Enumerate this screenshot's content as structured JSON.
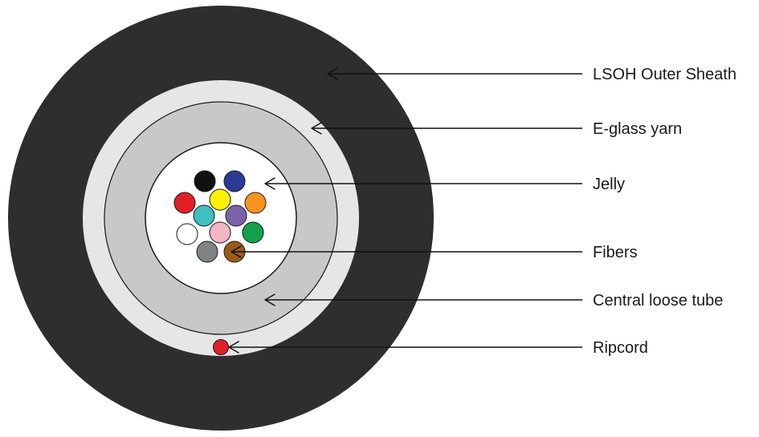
{
  "labels": {
    "outer_sheath": "LSOH Outer Sheath",
    "eglass_yarn": "E-glass yarn",
    "jelly": "Jelly",
    "fibers": "Fibers",
    "loose_tube": "Central loose tube",
    "ripcord": "Ripcord"
  },
  "colors": {
    "outer_sheath": "#2e2e2e",
    "eglass_yarn": "#e6e6e6",
    "loose_tube": "#c8c8c8",
    "jelly": "#ffffff",
    "ripcord": "#e21e26"
  },
  "fibers": [
    {
      "name": "black",
      "color": "#111111"
    },
    {
      "name": "blue",
      "color": "#2b3a94"
    },
    {
      "name": "red",
      "color": "#e21e26"
    },
    {
      "name": "yellow",
      "color": "#fff200"
    },
    {
      "name": "orange",
      "color": "#f7941d"
    },
    {
      "name": "aqua",
      "color": "#3fbfbf"
    },
    {
      "name": "violet",
      "color": "#7b62a8"
    },
    {
      "name": "white",
      "color": "#ffffff"
    },
    {
      "name": "rose",
      "color": "#f4b6c2"
    },
    {
      "name": "green",
      "color": "#14a14b"
    },
    {
      "name": "slate",
      "color": "#808285"
    },
    {
      "name": "brown",
      "color": "#9b5a1a"
    }
  ]
}
